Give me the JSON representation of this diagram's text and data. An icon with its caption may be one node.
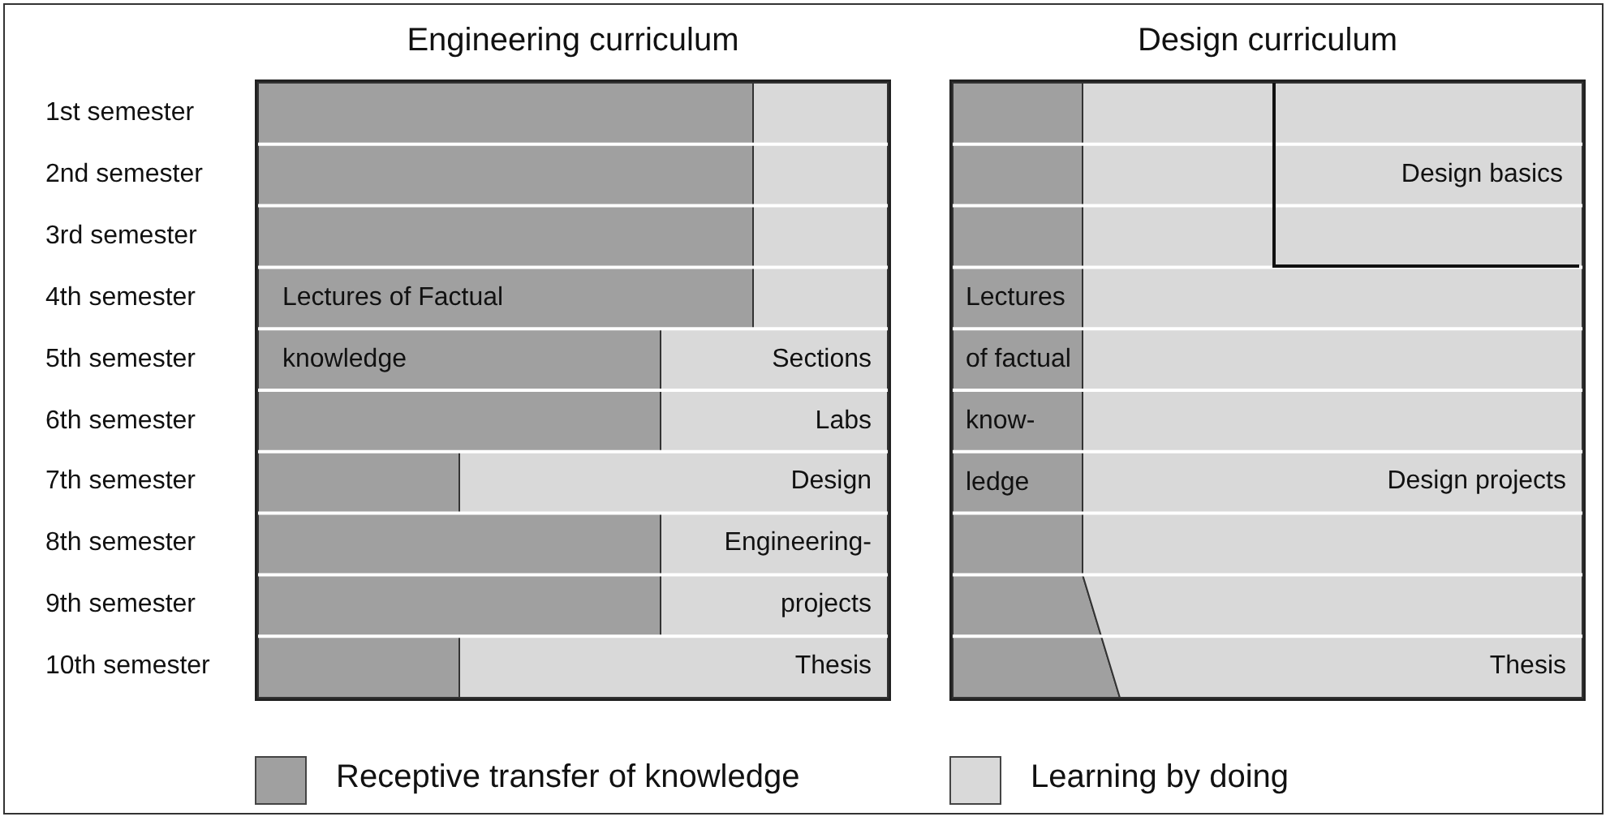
{
  "diagram": {
    "nodes": [
      {
        "text": [
          "Engineering curriculum"
        ]
      },
      {
        "text": [
          "Lectures of Factual knowledge"
        ],
        "in": 0
      },
      {
        "text": [
          "Sections",
          "Labs",
          "Design",
          "Engineering- projects",
          "Thesis"
        ],
        "in": 0
      },
      {
        "text": [
          "Design curriculum"
        ]
      },
      {
        "text": [
          "Lectures of factual know- ledge"
        ],
        "in": 3
      },
      {
        "text": [
          "Design projects",
          "Thesis"
        ],
        "in": 3
      },
      {
        "text": [
          "Design basics"
        ],
        "in": 5
      }
    ],
    "edges": [],
    "labels": [
      "1st semester",
      "2nd semester",
      "3rd semester",
      "4th semester",
      "5th semester",
      "6th semester",
      "7th semester",
      "8th semester",
      "9th semester",
      "10th semester"
    ],
    "legend": [
      {
        "text": "Receptive transfer of knowledge",
        "color": "#a0a0a0"
      },
      {
        "text": "Learning by doing",
        "color": "#d9d9d9"
      }
    ]
  }
}
